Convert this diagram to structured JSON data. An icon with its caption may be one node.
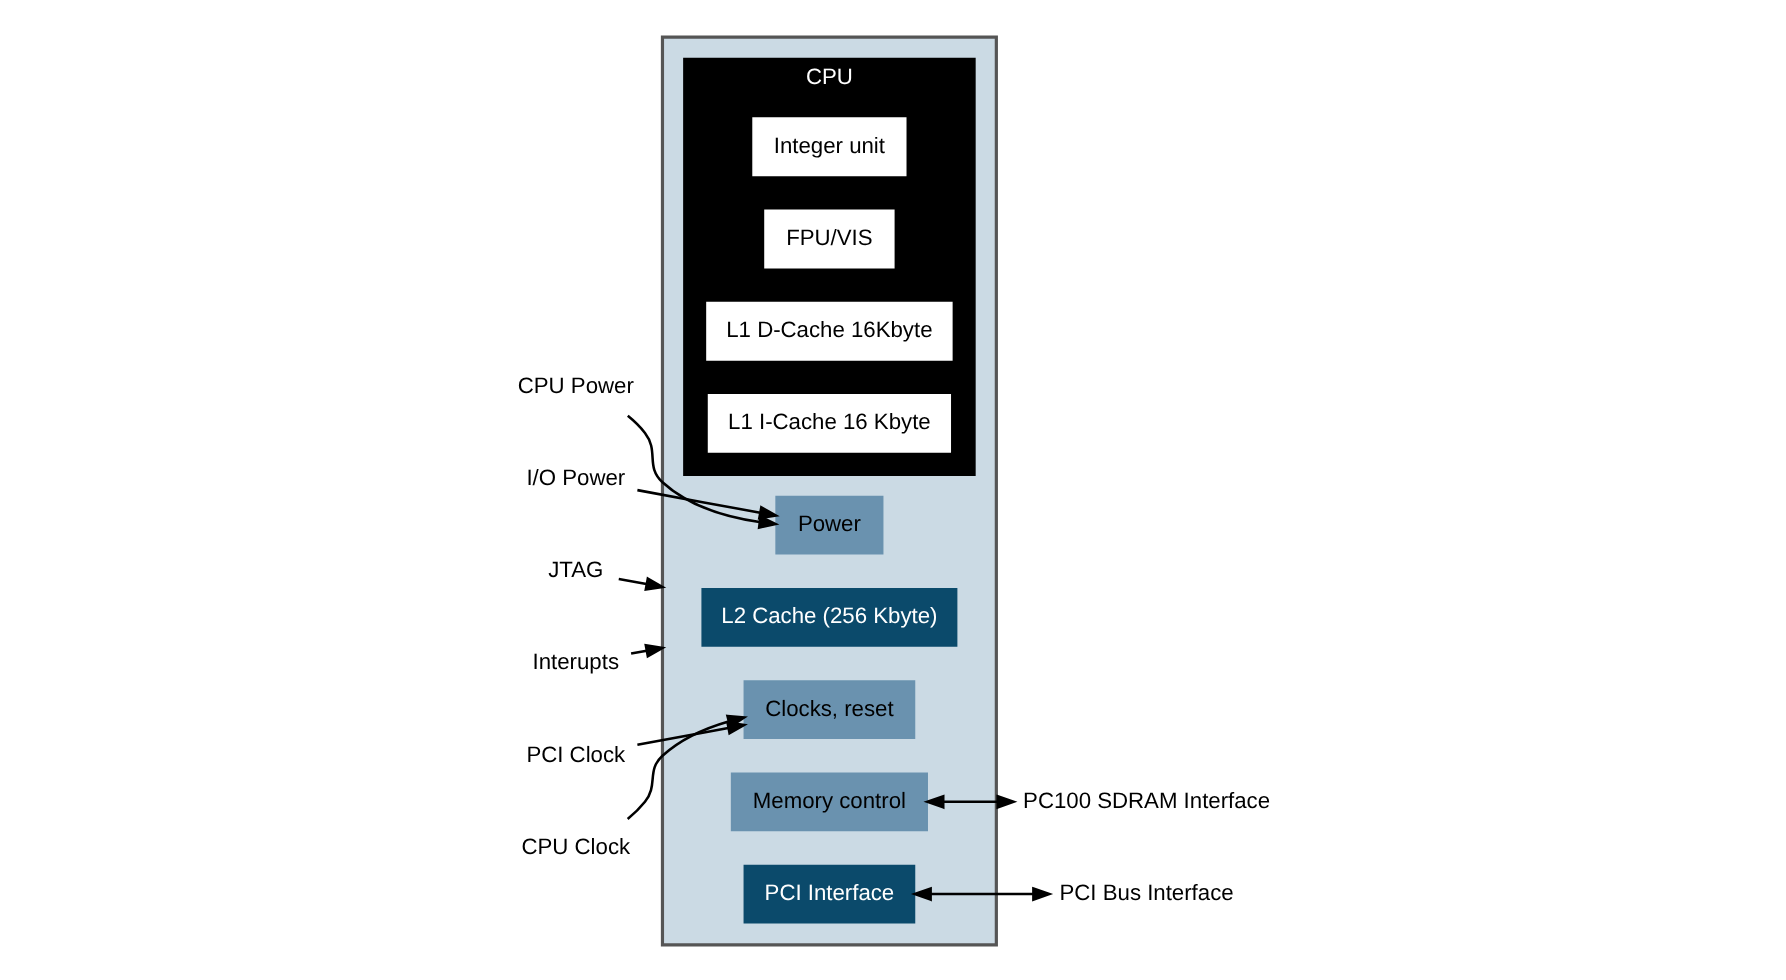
{
  "diagram": {
    "nodes": [
      {
        "text": [],
        "shape": "box"
      },
      {
        "text": [
          "L2 Cache (256 Kbyte)"
        ],
        "in": 0
      },
      {
        "text": [
          "CPU"
        ],
        "in": 0
      },
      {
        "text": [
          "Integer unit"
        ],
        "in": 2
      },
      {
        "text": [
          "FPU/VIS"
        ],
        "in": 2
      },
      {
        "text": [
          "L1 D-Cache 16Kbyte"
        ],
        "in": 2
      },
      {
        "text": [
          "L1 I-Cache 16 Kbyte"
        ],
        "in": 2
      },
      {
        "text": [
          "Power"
        ],
        "in": 0
      },
      {
        "text": [
          "Clocks, reset"
        ],
        "in": 0
      },
      {
        "text": [
          "Memory control"
        ],
        "in": 0
      },
      {
        "text": [
          "PCI Interface"
        ],
        "in": 0
      },
      {
        "text": [
          "CPU Power"
        ]
      },
      {
        "text": [
          "I/O Power"
        ]
      },
      {
        "text": [
          "JTAG"
        ]
      },
      {
        "text": [
          "PCI Clock"
        ]
      },
      {
        "text": [
          "CPU Clock"
        ]
      },
      {
        "text": [
          "Interupts"
        ]
      },
      {
        "text": [
          "PC100 SDRAM Interface"
        ]
      },
      {
        "text": [
          "PCI Bus Interface"
        ]
      }
    ],
    "edges": [
      {
        "from": 11,
        "to": 7,
        "arrow": "to"
      },
      {
        "from": 12,
        "to": 7,
        "arrow": "to"
      },
      {
        "from": 13,
        "to": 0,
        "arrow": "to"
      },
      {
        "from": 14,
        "to": 8,
        "arrow": "to"
      },
      {
        "from": 15,
        "to": 8,
        "arrow": "to"
      },
      {
        "from": 16,
        "to": 0,
        "arrow": "to"
      },
      {
        "from": 9,
        "to": 17,
        "arrow": "both"
      },
      {
        "from": 10,
        "to": 18,
        "arrow": "both"
      }
    ]
  }
}
